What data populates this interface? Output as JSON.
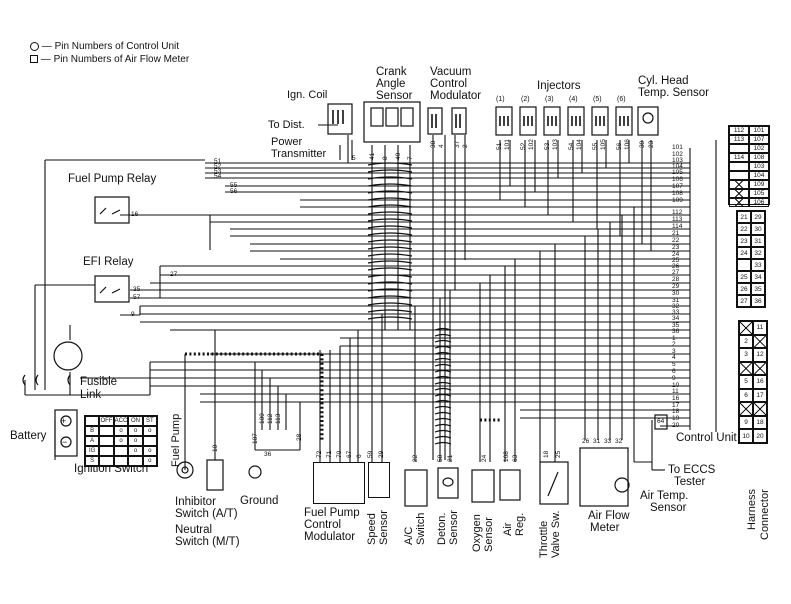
{
  "legend": {
    "control_unit_pins": "Pin Numbers of Control Unit",
    "air_flow_meter_pins": "Pin Numbers of Air Flow Meter",
    "dash": "—"
  },
  "components": {
    "ign_coil": "Ign. Coil",
    "to_dist": "To Dist.",
    "power_transmitter": [
      "Power",
      "Transmitter"
    ],
    "crank_angle_sensor": [
      "Crank",
      "Angle",
      "Sensor"
    ],
    "vacuum_control_modulator": [
      "Vacuum",
      "Control",
      "Modulator"
    ],
    "injectors": "Injectors",
    "cyl_head_temp_sensor": [
      "Cyl. Head",
      "Temp. Sensor"
    ],
    "fuel_pump_relay": "Fuel Pump Relay",
    "efi_relay": "EFI Relay",
    "fusible_link": [
      "Fusible",
      "Link"
    ],
    "battery": "Battery",
    "ignition_switch": "Ignition Switch",
    "fuel_pump": "Fuel Pump",
    "inhibitor_switch": [
      "Inhibitor",
      "Switch (A/T)",
      "Neutral",
      "Switch (M/T)"
    ],
    "ground": "Ground",
    "fuel_pump_control_modulator": [
      "Fuel Pump",
      "Control",
      "Modulator"
    ],
    "speed_sensor": [
      "Speed",
      "Sensor"
    ],
    "ac_switch": [
      "A/C",
      "Switch"
    ],
    "deton_sensor": [
      "Deton.",
      "Sensor"
    ],
    "oxygen_sensor": [
      "Oxygen",
      "Sensor"
    ],
    "air_reg": [
      "Air",
      "Reg."
    ],
    "throttle_valve_sw": [
      "Throttle",
      "Valve Sw."
    ],
    "air_flow_meter": [
      "Air Flow",
      "Meter"
    ],
    "air_temp_sensor": [
      "Air Temp.",
      "Sensor"
    ],
    "control_unit": "Control Unit",
    "to_eccs_tester": [
      "To ECCS",
      "Tester"
    ],
    "harness_connector": [
      "Harness",
      "Connector"
    ]
  },
  "injector_numbers": [
    "(1)",
    "(2)",
    "(3)",
    "(4)",
    "(5)",
    "(6)"
  ],
  "ignition_switch_table": {
    "header": [
      "",
      "OFF",
      "ACC",
      "ON",
      "ST"
    ],
    "rows": [
      "B",
      "A",
      "IG",
      "S"
    ]
  },
  "control_unit_pins": [
    "101",
    "102",
    "103",
    "104",
    "105",
    "106",
    "107",
    "108",
    "109",
    "112",
    "113",
    "114",
    "21",
    "22",
    "23",
    "24",
    "25",
    "26",
    "27",
    "28",
    "29",
    "30",
    "31",
    "32",
    "33",
    "34",
    "35",
    "36",
    "1",
    "2",
    "3",
    "4",
    "5",
    "6",
    "9",
    "10",
    "11",
    "16",
    "17",
    "18",
    "19",
    "20"
  ],
  "left_bus_pins": [
    "51",
    "52",
    "53",
    "54",
    "55",
    "56"
  ],
  "relay_pins": {
    "fuel_pump_relay": "16",
    "efi_relay_a": "35",
    "efi_relay_b": "57",
    "efi_in": "27",
    "line_9": "9"
  },
  "bottom_pins": {
    "inhibitor": "10",
    "ground": [
      "107",
      "109",
      "112",
      "113",
      "36",
      "28"
    ],
    "fuel_pump_modulator": [
      "72",
      "71",
      "70",
      "67",
      "6"
    ],
    "speed_sensor": [
      "59",
      "29"
    ],
    "ac_switch": "22",
    "deton_sensor": [
      "58",
      "21"
    ],
    "oxygen_sensor": "24",
    "air_reg": [
      "108",
      "63"
    ],
    "throttle": [
      "18",
      "25"
    ],
    "air_flow_meter": [
      "26",
      "31",
      "33",
      "32"
    ],
    "tester": "64"
  },
  "sensor_pins": {
    "ign_coil": "5",
    "crank_angle": [
      "41",
      "8",
      "40",
      "7"
    ],
    "vacuum": [
      "38",
      "4",
      "37",
      "2"
    ],
    "injectors": [
      "51",
      "101",
      "52",
      "102",
      "53",
      "103",
      "54",
      "104",
      "55",
      "105",
      "56",
      "106"
    ],
    "cyl_head": [
      "39",
      "23"
    ]
  },
  "harness_connector": {
    "block1": [
      [
        "112",
        "101"
      ],
      [
        "113",
        "107"
      ],
      [
        "",
        "102"
      ],
      [
        "114",
        "108"
      ],
      [
        "",
        "103"
      ],
      [
        "",
        "104"
      ],
      [
        "",
        "109"
      ],
      [
        "",
        "105"
      ],
      [
        "",
        "106"
      ]
    ],
    "block2": [
      [
        "21",
        "29"
      ],
      [
        "22",
        "30"
      ],
      [
        "23",
        "31"
      ],
      [
        "24",
        "32"
      ],
      [
        "",
        "33"
      ],
      [
        "25",
        "34"
      ],
      [
        "26",
        "35"
      ],
      [
        "27",
        "36"
      ]
    ],
    "block3": [
      [
        "",
        "11"
      ],
      [
        "2",
        ""
      ],
      [
        "3",
        "12"
      ],
      [
        "",
        ""
      ],
      [
        "5",
        "16"
      ],
      [
        "6",
        "17"
      ],
      [
        "",
        ""
      ],
      [
        "9",
        "18"
      ],
      [
        "10",
        "20"
      ]
    ]
  },
  "battery_signs": [
    "+",
    "−"
  ]
}
